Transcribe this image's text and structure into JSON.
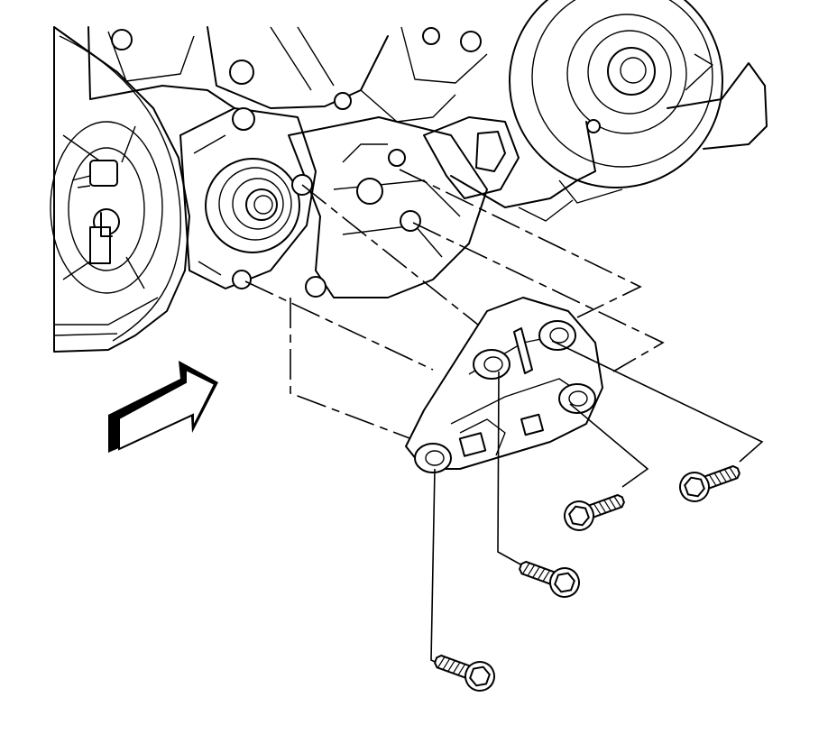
{
  "diagram": {
    "type": "exploded-assembly-illustration",
    "components": [
      {
        "name": "engine-block-assembly"
      },
      {
        "name": "transmission-adapter-bracket"
      },
      {
        "name": "bracket-bolt",
        "count": 4
      },
      {
        "name": "direction-arrow",
        "shape": "outlined-block-arrow"
      }
    ],
    "colors": {
      "line": "#000000",
      "background": "#ffffff",
      "arrow_shade": "#000000"
    }
  }
}
